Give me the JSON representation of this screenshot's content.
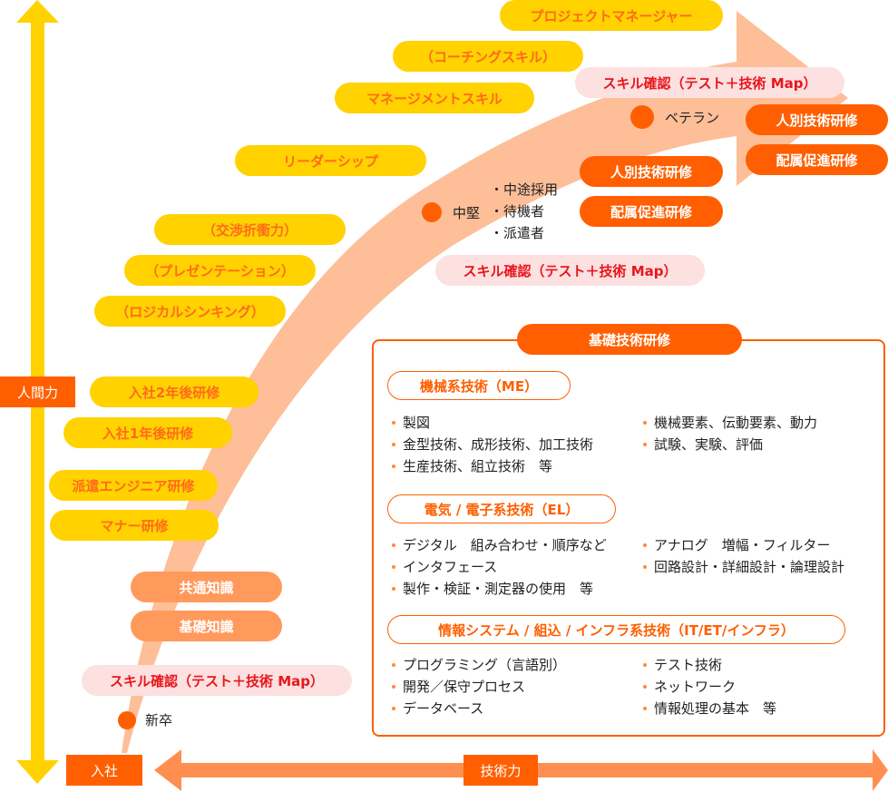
{
  "axes": {
    "vertical_label": "人間力",
    "origin_label": "入社",
    "horizontal_label": "技術力"
  },
  "colors": {
    "yellow": "#FFD200",
    "orange": "#FF5F00",
    "salmon": "#FF9A5C",
    "arrow": "#FDBE98",
    "pink": "#FDE0E0",
    "red_text": "#E8161C"
  },
  "human_skills": [
    "プロジェクトマネージャー",
    "（コーチングスキル）",
    "マネージメントスキル",
    "リーダーシップ",
    "（交渉折衝力）",
    "（プレゼンテーション）",
    "（ロジカルシンキング）",
    "入社2年後研修",
    "入社1年後研修",
    "派遣エンジニア研修",
    "マナー研修"
  ],
  "knowledge": [
    "共通知識",
    "基礎知識"
  ],
  "skill_check": "スキル確認（テスト＋技術 Map）",
  "stages": {
    "newgrad": {
      "label": "新卒"
    },
    "mid": {
      "label": "中堅",
      "items": [
        "中途採用",
        "待機者",
        "派遣者"
      ],
      "trainings": [
        "人別技術研修",
        "配属促進研修"
      ]
    },
    "veteran": {
      "label": "ベテラン",
      "trainings": [
        "人別技術研修",
        "配属促進研修"
      ]
    }
  },
  "basic_training": {
    "title": "基礎技術研修",
    "categories": [
      {
        "name": "機械系技術（ME）",
        "left": [
          "製図",
          "金型技術、成形技術、加工技術",
          "生産技術、組立技術　等"
        ],
        "right": [
          "機械要素、伝動要素、動力",
          "試験、実験、評価"
        ]
      },
      {
        "name": "電気 / 電子系技術（EL）",
        "left": [
          "デジタル　組み合わせ・順序など",
          "インタフェース",
          "製作・検証・測定器の使用　等"
        ],
        "right": [
          "アナログ　増幅・フィルター",
          "回路設計・詳細設計・論理設計"
        ]
      },
      {
        "name": "情報システム / 組込 / インフラ系技術（IT/ET/インフラ）",
        "left": [
          "プログラミング（言語別）",
          "開発／保守プロセス",
          "データベース"
        ],
        "right": [
          "テスト技術",
          "ネットワーク",
          "情報処理の基本　等"
        ]
      }
    ]
  }
}
